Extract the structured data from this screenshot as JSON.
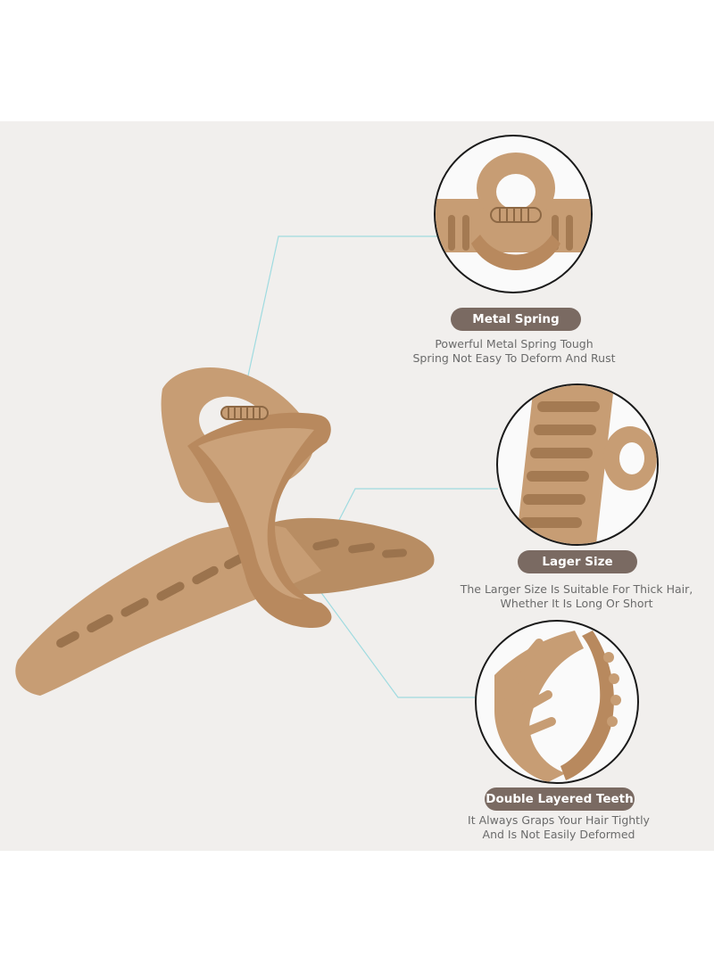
{
  "colors": {
    "background": "#f1efed",
    "product": "#c79d74",
    "product_shadow": "#a97f57",
    "label_pill": "#7a6a62",
    "callout_line": "#9fdbe0",
    "description_text": "#6b6b6b"
  },
  "product": {
    "icon": "hair-claw-clip"
  },
  "features": [
    {
      "title": "Metal Spring",
      "line1": "Powerful Metal Spring Tough",
      "line2": "Spring Not Easy To Deform And Rust",
      "icon": "metal-spring-closeup"
    },
    {
      "title": "Lager Size",
      "line1": "The Larger Size Is Suitable For Thick Hair,",
      "line2": "Whether It Is Long Or Short",
      "icon": "clip-size-closeup"
    },
    {
      "title": "Double Layered Teeth",
      "line1": "It Always Graps Your Hair Tightly",
      "line2": "And Is Not Easily Deformed",
      "icon": "clip-teeth-closeup"
    }
  ]
}
